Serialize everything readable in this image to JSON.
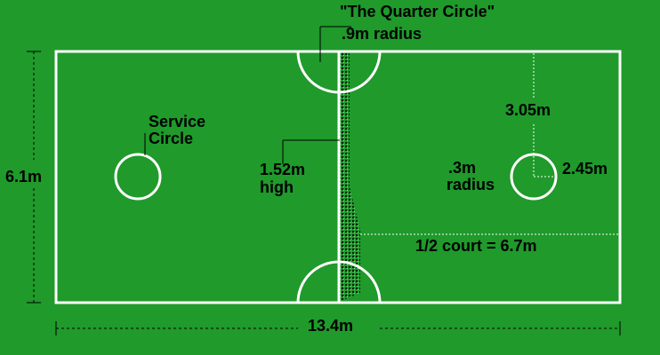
{
  "labels": {
    "quarter_circle_title": "\"The Quarter Circle\"",
    "quarter_circle_radius": ".9m radius",
    "service_circle_line1": "Service",
    "service_circle_line2": "Circle",
    "net_height_line1": "1.52m",
    "net_height_line2": "high",
    "width": "6.1m",
    "length": "13.4m",
    "centre_to_baseline": "3.05m",
    "centre_to_sideline": "2.45m",
    "circle_radius_line1": ".3m",
    "circle_radius_line2": "radius",
    "half_court": "1/2 court = 6.7m"
  },
  "colors": {
    "court": "#1f9a2b",
    "lines": "#ffffff",
    "text": "#000000"
  }
}
